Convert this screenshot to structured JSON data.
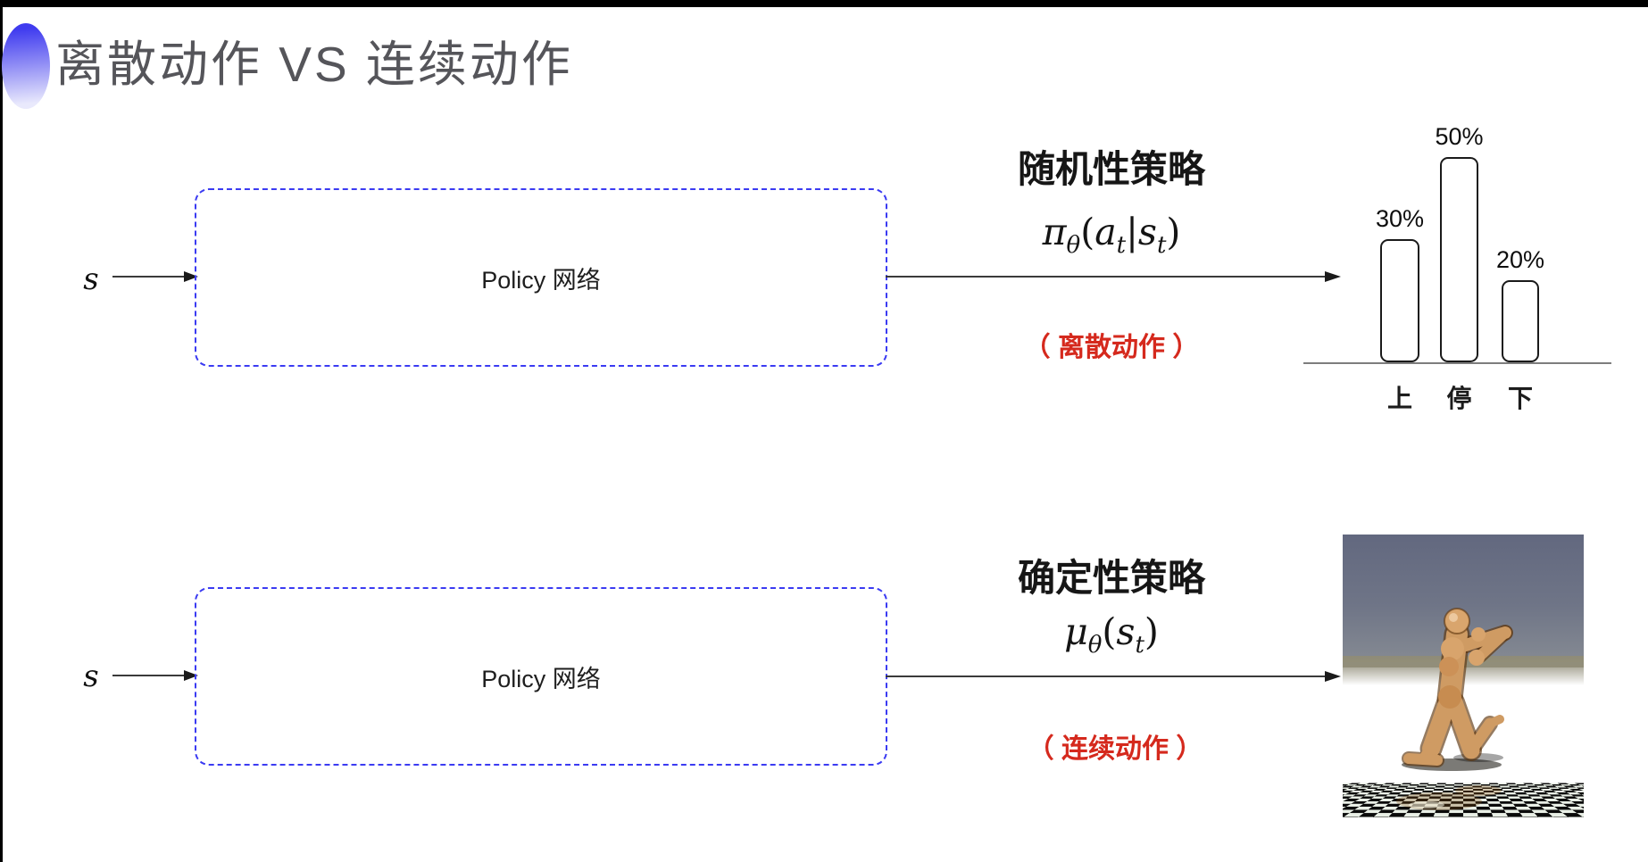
{
  "frame": {
    "title": "离散动作 VS 连续动作"
  },
  "palette": {
    "accent_blue": "#3b3bf2",
    "note_red": "#d5291d",
    "title_gray": "#55555a"
  },
  "stochastic": {
    "input_label": "s",
    "box_label": "Policy 网络",
    "heading": "随机性策略",
    "formula": {
      "sym": "π",
      "sym_sub": "θ",
      "p1": "(",
      "a": "a",
      "a_sub": "t",
      "bar": "|",
      "s": "s",
      "s_sub": "t",
      "p2": ")"
    },
    "note": "（ 离散动作 ）"
  },
  "deterministic": {
    "input_label": "s",
    "box_label": "Policy 网络",
    "heading": "确定性策略",
    "formula": {
      "sym": "μ",
      "sym_sub": "θ",
      "p1": "(",
      "s": "s",
      "s_sub": "t",
      "p2": ")"
    },
    "note": "（ 连续动作 ）"
  },
  "chart_data": {
    "type": "bar",
    "title": "",
    "xlabel": "",
    "ylabel": "",
    "categories": [
      "上",
      "停",
      "下"
    ],
    "values": [
      30,
      50,
      20
    ],
    "value_labels": [
      "30%",
      "50%",
      "20%"
    ],
    "ylim": [
      0,
      55
    ],
    "grid": false,
    "legend_position": "none",
    "bar_fill": "#ffffff",
    "bar_border": "#1a1a1a"
  }
}
